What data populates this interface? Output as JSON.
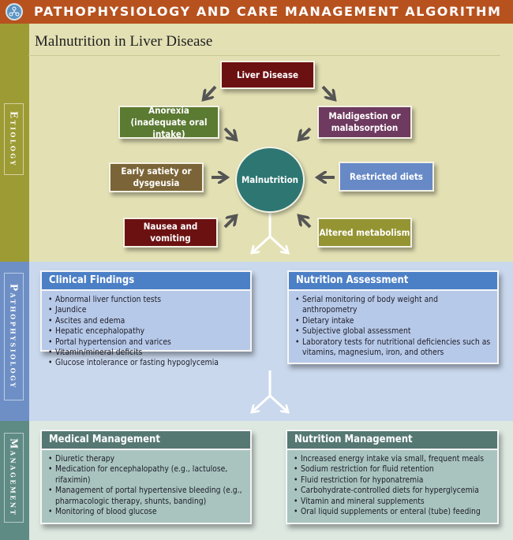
{
  "header": {
    "title": "PATHOPHYSIOLOGY AND CARE MANAGEMENT ALGORITHM",
    "logo_icon": "network-nodes-icon"
  },
  "subtitle": "Malnutrition in Liver Disease",
  "sections": {
    "etiology": "Etiology",
    "pathophysiology": "Pathophysiology",
    "management": "Management"
  },
  "etiology": {
    "center": "Malnutrition",
    "nodes": {
      "liver_disease": "Liver Disease",
      "anorexia": "Anorexia (inadequate oral intake)",
      "maldigestion": "Maldigestion or malabsorption",
      "early_satiety": "Early satiety or dysgeusia",
      "restricted_diets": "Restricted diets",
      "nausea": "Nausea and vomiting",
      "altered_metabolism": "Altered metabolism"
    }
  },
  "pathophysiology": {
    "clinical_findings": {
      "title": "Clinical Findings",
      "items": [
        "Abnormal liver function tests",
        "Jaundice",
        "Ascites and edema",
        "Hepatic encephalopathy",
        "Portal hypertension and varices",
        "Vitamin/mineral deficits",
        "Glucose intolerance or fasting hypoglycemia"
      ]
    },
    "nutrition_assessment": {
      "title": "Nutrition Assessment",
      "items": [
        "Serial monitoring of body weight and anthropometry",
        "Dietary intake",
        "Subjective global assessment",
        "Laboratory tests for nutritional deficiencies such as vitamins, magnesium, iron, and others"
      ]
    }
  },
  "management": {
    "medical": {
      "title": "Medical Management",
      "items": [
        "Diuretic therapy",
        "Medication for encephalopathy (e.g., lactulose, rifaximin)",
        "Management of portal hypertensive bleeding (e.g., pharmacologic therapy, shunts, banding)",
        "Monitoring of blood glucose"
      ]
    },
    "nutrition": {
      "title": "Nutrition Management",
      "items": [
        "Increased energy intake via small, frequent meals",
        "Sodium restriction for fluid retention",
        "Fluid restriction for hyponatremia",
        "Carbohydrate-controlled diets for hyperglycemia",
        "Vitamin and mineral supplements",
        "Oral liquid supplements or enteral (tube) feeding"
      ]
    }
  },
  "colors": {
    "header": "#b7521f",
    "etiology": "#9d9b34",
    "pathophysiology": "#6e8fc6",
    "management": "#5f8b85",
    "center_node": "#2e7672"
  }
}
